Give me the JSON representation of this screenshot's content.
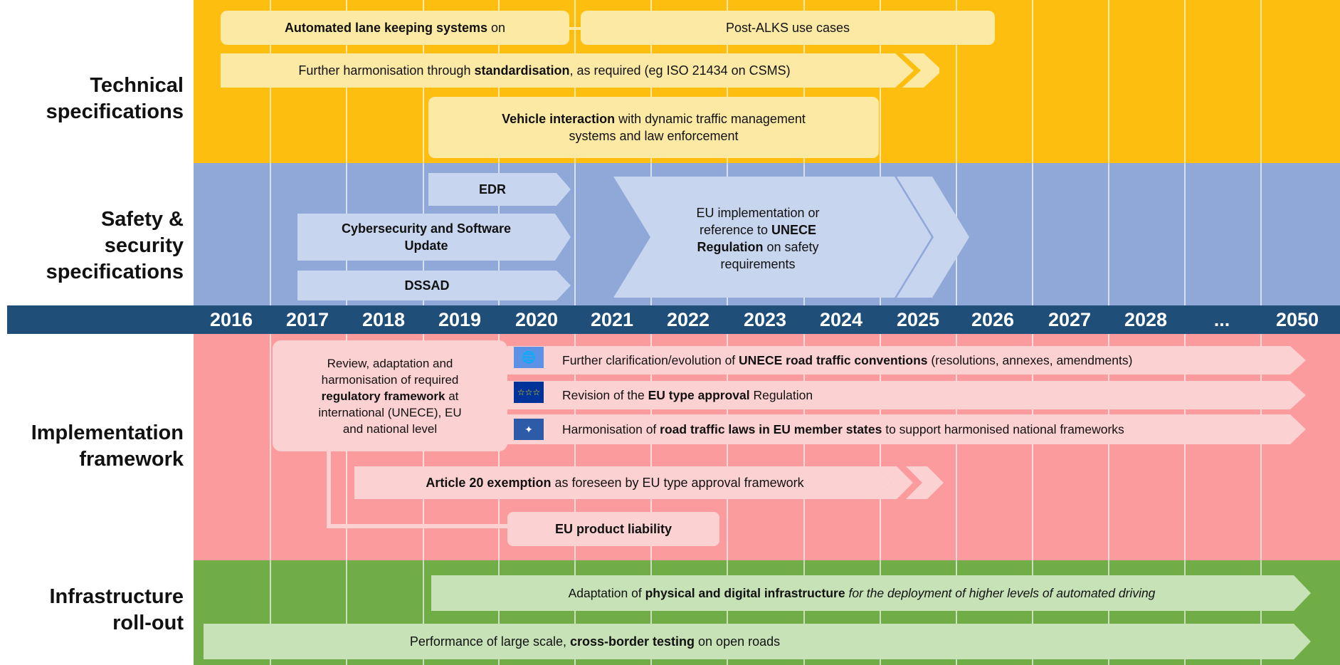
{
  "rows": {
    "technical": [
      "Technical",
      "specifications"
    ],
    "safety": [
      "Safety &",
      "security",
      "specifications"
    ],
    "implementation": [
      "Implementation",
      "framework"
    ],
    "infrastructure": [
      "Infrastructure",
      "roll-out"
    ]
  },
  "years": [
    "2016",
    "2017",
    "2018",
    "2019",
    "2020",
    "2021",
    "2022",
    "2023",
    "2024",
    "2025",
    "2026",
    "2027",
    "2028",
    "...",
    "2050"
  ],
  "colors": {
    "technical_band": "#FDBE10",
    "safety_band": "#8FA8D8",
    "year_band": "#1F4E79",
    "implementation_band": "#FB9B9D",
    "infrastructure_band": "#70AD47"
  },
  "technical": {
    "alks": {
      "bold": "Automated lane keeping systems",
      "rest": " on"
    },
    "post_alks": "Post-ALKS use cases",
    "standardisation": {
      "pre": "Further harmonisation through ",
      "bold": "standardisation",
      "post": ", as required (eg ISO 21434 on CSMS)"
    },
    "vehicle_interaction": {
      "bold": "Vehicle interaction",
      "rest": " with dynamic traffic management",
      "line2": "systems and law enforcement"
    }
  },
  "safety": {
    "edr": "EDR",
    "cyber": [
      "Cybersecurity and Software",
      "Update"
    ],
    "dssad": "DSSAD",
    "unece": {
      "l1": "EU implementation or",
      "l2": "reference to ",
      "l2b": "UNECE",
      "l3b": "Regulation",
      "l3": " on safety",
      "l4": "requirements"
    }
  },
  "implementation": {
    "review": {
      "l1": "Review, adaptation and",
      "l2": "harmonisation of required",
      "l3b": "regulatory framework",
      "l3": " at",
      "l4": "international (UNECE), EU",
      "l5": "and national level"
    },
    "unece_conv": {
      "pre": "Further clarification/evolution of ",
      "bold": "UNECE road traffic conventions",
      "post": " (resolutions, annexes, amendments)"
    },
    "eu_type": {
      "pre": "Revision of the ",
      "bold": "EU type approval",
      "post": " Regulation"
    },
    "road_laws": {
      "pre": "Harmonisation of ",
      "bold": "road traffic laws in EU member states",
      "post": " to support harmonised national frameworks"
    },
    "article20": {
      "bold": "Article 20 exemption",
      "post": " as foreseen by EU type approval framework"
    },
    "product_liability": "EU product liability"
  },
  "infrastructure": {
    "adaptation": {
      "pre": "Adaptation of ",
      "bold": "physical and digital infrastructure",
      "post": " for the deployment of higher levels of automated driving"
    },
    "testing": {
      "pre": "Performance of large scale, ",
      "bold": "cross-border testing",
      "post": " on open roads"
    }
  }
}
